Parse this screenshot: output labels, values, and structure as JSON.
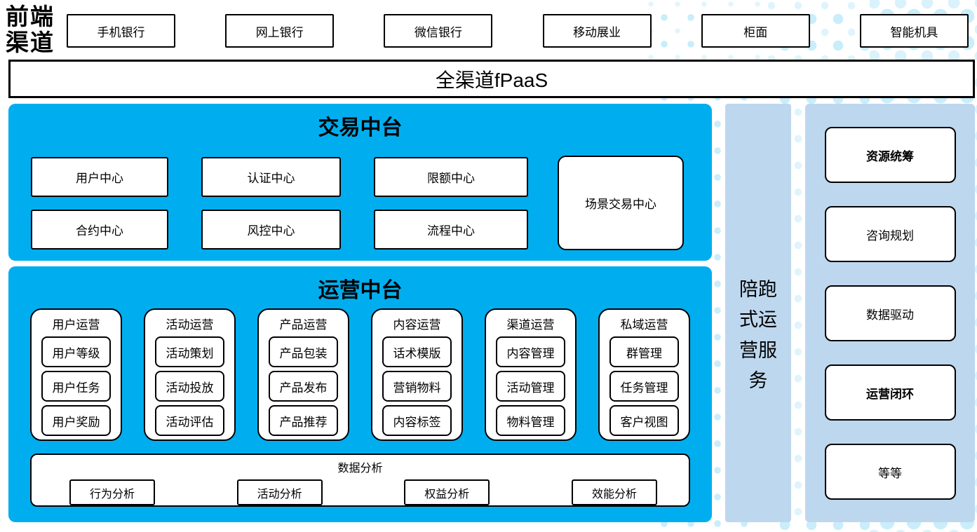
{
  "colors": {
    "platform_cyan": "#00AEEF",
    "side_light_blue": "#BDD7EE",
    "dot_blue": "#C8ECFA"
  },
  "frontend": {
    "label": "前端渠道",
    "channels": [
      "手机银行",
      "网上银行",
      "微信银行",
      "移动展业",
      "柜面",
      "智能机具"
    ]
  },
  "fpaas": {
    "label": "全渠道fPaaS"
  },
  "trade_platform": {
    "title": "交易中台",
    "centers": [
      "用户中心",
      "认证中心",
      "限额中心",
      "合约中心",
      "风控中心",
      "流程中心"
    ],
    "scene_center": "场景交易中心"
  },
  "ops_platform": {
    "title": "运营中台",
    "groups": [
      {
        "title": "用户运营",
        "items": [
          "用户等级",
          "用户任务",
          "用户奖励"
        ]
      },
      {
        "title": "活动运营",
        "items": [
          "活动策划",
          "活动投放",
          "活动评估"
        ]
      },
      {
        "title": "产品运营",
        "items": [
          "产品包装",
          "产品发布",
          "产品推荐"
        ]
      },
      {
        "title": "内容运营",
        "items": [
          "话术模版",
          "营销物料",
          "内容标签"
        ]
      },
      {
        "title": "渠道运营",
        "items": [
          "内容管理",
          "活动管理",
          "物料管理"
        ]
      },
      {
        "title": "私域运营",
        "items": [
          "群管理",
          "任务管理",
          "客户视图"
        ]
      }
    ],
    "analysis": {
      "title": "数据分析",
      "items": [
        "行为分析",
        "活动分析",
        "权益分析",
        "效能分析"
      ]
    }
  },
  "companion_bar": {
    "label": "陪跑式运营服务"
  },
  "service_column": {
    "items": [
      {
        "label": "资源统筹",
        "emphasis": true
      },
      {
        "label": "咨询规划",
        "emphasis": false
      },
      {
        "label": "数据驱动",
        "emphasis": false
      },
      {
        "label": "运营闭环",
        "emphasis": true
      },
      {
        "label": "等等",
        "emphasis": false
      }
    ]
  }
}
